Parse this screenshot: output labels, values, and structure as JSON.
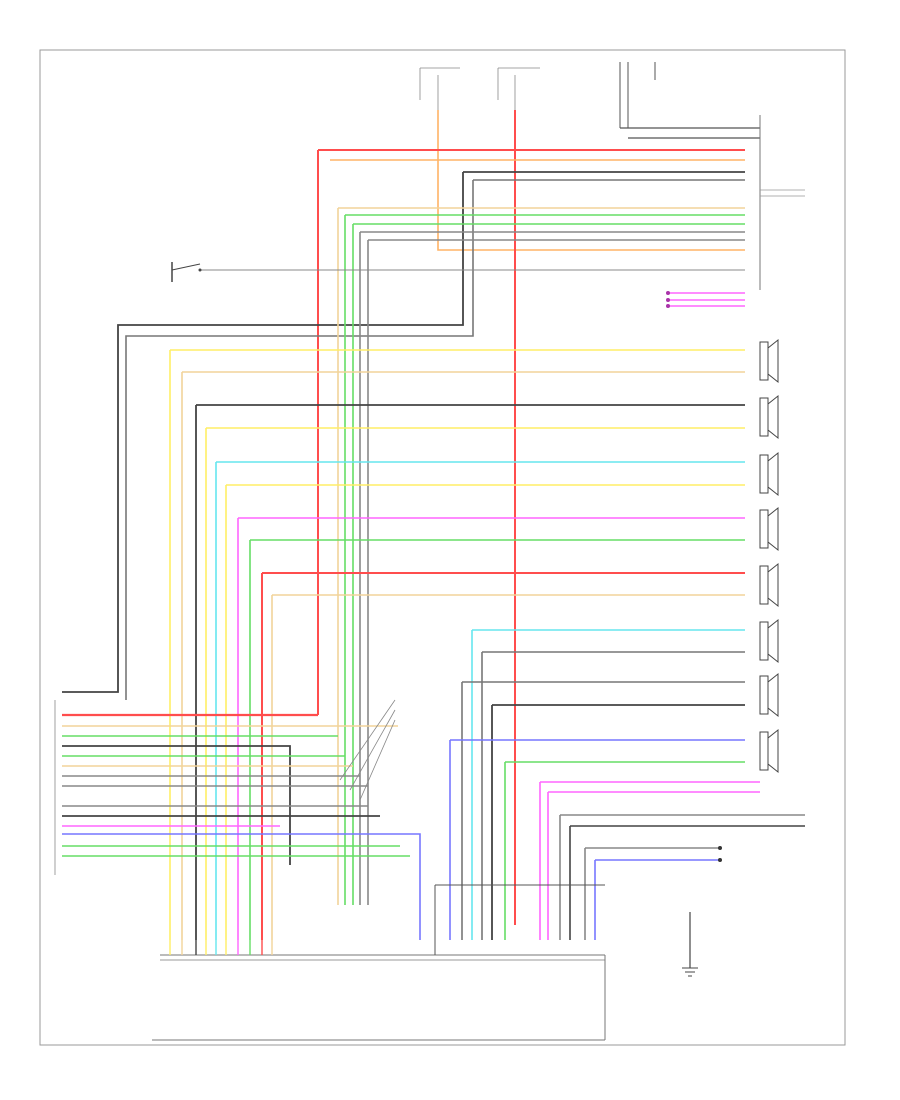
{
  "diagram": {
    "frame_id": "",
    "connectors": [
      {
        "id": "right-main",
        "label": ""
      },
      {
        "id": "left-main",
        "label": ""
      },
      {
        "id": "module-bottom",
        "label": ""
      }
    ],
    "components": [
      {
        "id": "fuse-a",
        "label": ""
      },
      {
        "id": "fuse-b",
        "label": ""
      },
      {
        "id": "door-switch",
        "label": ""
      },
      {
        "id": "left-front-speaker",
        "label": ""
      },
      {
        "id": "left-rear-speaker",
        "label": ""
      },
      {
        "id": "center-speaker",
        "label": ""
      },
      {
        "id": "right-front-speaker",
        "label": ""
      },
      {
        "id": "right-rear-speaker",
        "label": ""
      },
      {
        "id": "left-speaker-2",
        "label": ""
      },
      {
        "id": "right-speaker-2",
        "label": ""
      },
      {
        "id": "rear-speaker",
        "label": ""
      },
      {
        "id": "ground-g1",
        "label": ""
      },
      {
        "id": "ground-g2",
        "label": ""
      }
    ],
    "wire_colors": {
      "red": "#ff4d4d",
      "orange": "#ffb366",
      "green": "#66dd66",
      "yellow": "#ffee66",
      "cyan": "#66e6ee",
      "magenta": "#ff66ff",
      "blue": "#7777ff",
      "gray": "#888888",
      "black": "#444444",
      "tan": "#f2d49a"
    }
  }
}
